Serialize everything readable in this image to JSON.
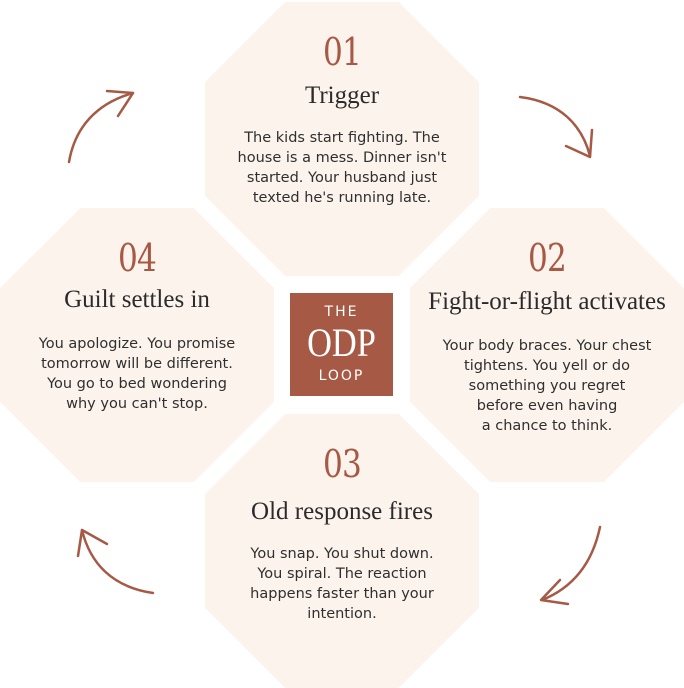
{
  "center": {
    "top": "THE",
    "middle": "ODP",
    "bottom": "LOOP"
  },
  "steps": [
    {
      "num": "01",
      "title": "Trigger",
      "lines": [
        "The kids start fighting. The",
        "house is a mess. Dinner isn't",
        "started. Your husband just",
        "texted he's running late."
      ]
    },
    {
      "num": "02",
      "title": "Fight-or-flight activates",
      "lines": [
        "Your body braces. Your chest",
        "tightens. You yell or do",
        "something you regret",
        "before even having",
        "a chance to think."
      ]
    },
    {
      "num": "03",
      "title": "Old response fires",
      "lines": [
        "You snap. You shut down.",
        "You spiral. The reaction",
        "happens faster than your",
        "intention."
      ]
    },
    {
      "num": "04",
      "title": "Guilt settles in",
      "lines": [
        "You apologize. You promise",
        "tomorrow will be different.",
        "You go to bed wondering",
        "why you can't stop."
      ]
    }
  ],
  "colors": {
    "accent": "#a65a45",
    "octagon": "#fcf3ec",
    "text": "#2f2f2f"
  },
  "icons": [
    "arrow-top-right-icon",
    "arrow-bottom-right-icon",
    "arrow-bottom-left-icon",
    "arrow-top-left-icon"
  ]
}
